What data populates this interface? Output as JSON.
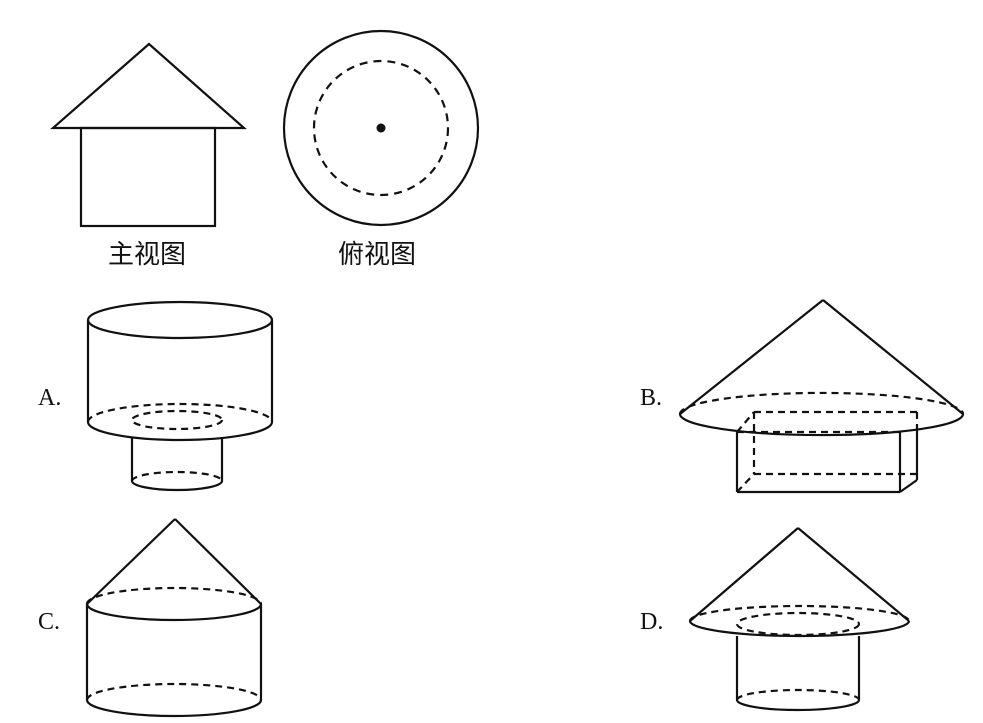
{
  "views": {
    "front_label": "主视图",
    "top_label": "俯视图"
  },
  "options": {
    "a_label": "A.",
    "b_label": "B.",
    "c_label": "C.",
    "d_label": "D."
  }
}
